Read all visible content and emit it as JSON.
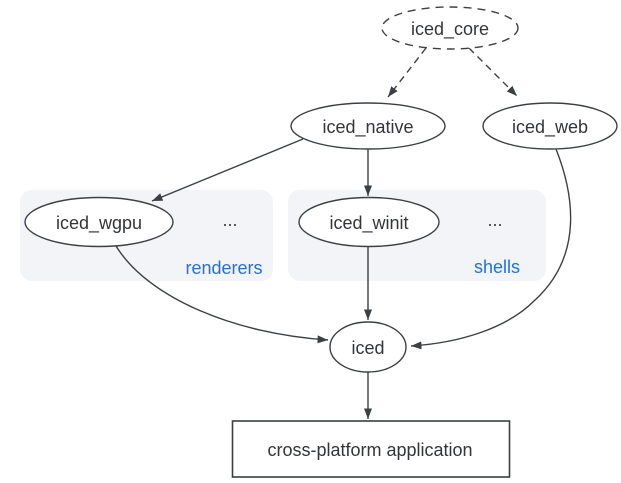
{
  "diagram": {
    "nodes": {
      "iced_core": {
        "label": "iced_core",
        "shape": "dashed-ellipse"
      },
      "iced_native": {
        "label": "iced_native",
        "shape": "ellipse"
      },
      "iced_web": {
        "label": "iced_web",
        "shape": "ellipse"
      },
      "iced_wgpu": {
        "label": "iced_wgpu",
        "shape": "ellipse"
      },
      "iced_winit": {
        "label": "iced_winit",
        "shape": "ellipse"
      },
      "iced": {
        "label": "iced",
        "shape": "ellipse"
      },
      "app": {
        "label": "cross-platform application",
        "shape": "rect"
      }
    },
    "groups": {
      "renderers": {
        "label": "renderers",
        "ellipsis": "...",
        "members": [
          "iced_wgpu"
        ]
      },
      "shells": {
        "label": "shells",
        "ellipsis": "...",
        "members": [
          "iced_winit"
        ]
      }
    },
    "edges": [
      {
        "from": "iced_core",
        "to": "iced_native",
        "style": "dashed"
      },
      {
        "from": "iced_core",
        "to": "iced_web",
        "style": "dashed"
      },
      {
        "from": "iced_native",
        "to": "iced_wgpu",
        "style": "solid"
      },
      {
        "from": "iced_native",
        "to": "iced_winit",
        "style": "solid"
      },
      {
        "from": "iced_wgpu",
        "to": "iced",
        "style": "solid"
      },
      {
        "from": "iced_winit",
        "to": "iced",
        "style": "solid"
      },
      {
        "from": "iced_web",
        "to": "iced",
        "style": "solid"
      },
      {
        "from": "iced",
        "to": "app",
        "style": "solid"
      }
    ],
    "colors": {
      "node_stroke": "#3c4043",
      "node_fill": "#ffffff",
      "edge": "#3c4043",
      "text": "#333538",
      "group_fill": "#f2f4f7",
      "group_label": "#1a73e8",
      "background": "#ffffff"
    }
  }
}
